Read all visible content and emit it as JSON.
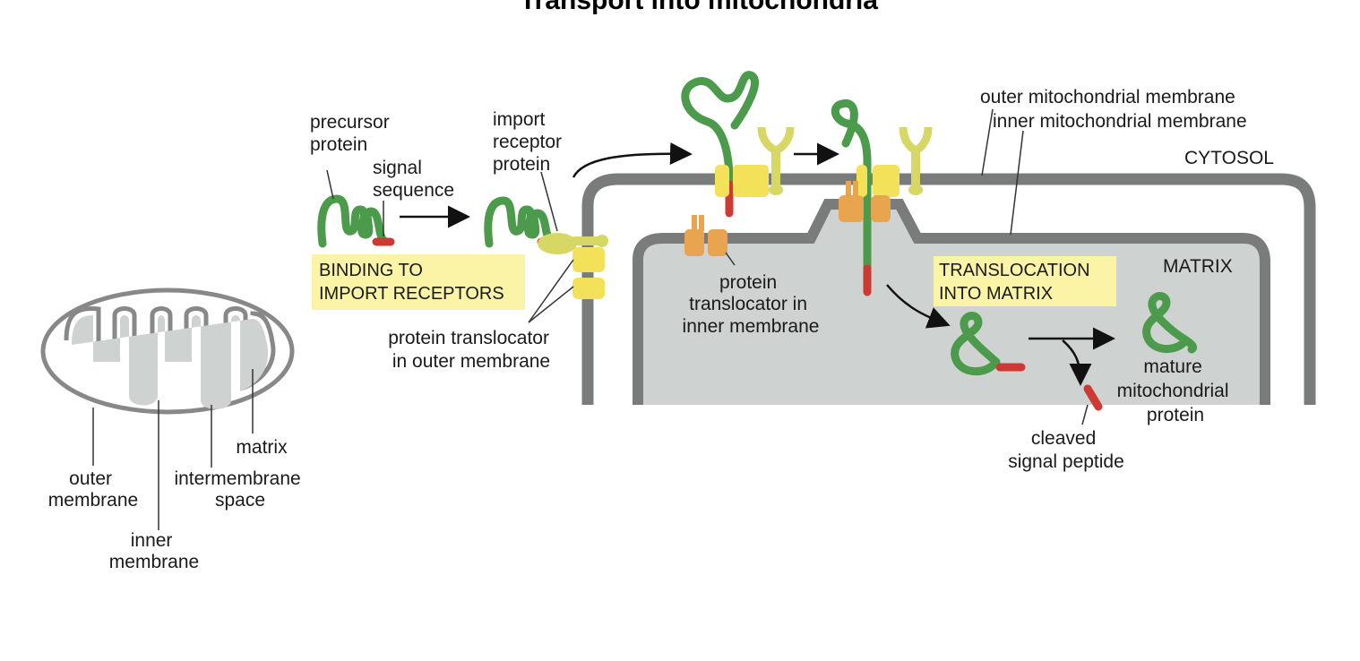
{
  "title": "Transport into mitochondria",
  "mito_overview": {
    "outer_membrane": "outer\nmembrane",
    "inner_membrane": "inner\nmembrane",
    "intermembrane_space": "intermembrane\nspace",
    "matrix": "matrix"
  },
  "labels": {
    "precursor_protein": "precursor\nprotein",
    "signal_sequence": "signal\nsequence",
    "import_receptor_protein": "import\nreceptor\nprotein",
    "protein_translocator_outer": "protein translocator\nin outer membrane",
    "protein_translocator_inner": "protein\ntranslocator in\ninner membrane",
    "outer_mito_membrane": "outer mitochondrial membrane",
    "inner_mito_membrane": "inner mitochondrial membrane",
    "cytosol": "CYTOSOL",
    "matrix": "MATRIX",
    "mature_protein": "mature\nmitochondrial\nprotein",
    "cleaved_peptide": "cleaved\nsignal peptide"
  },
  "steps": {
    "binding": "BINDING TO\nIMPORT RECEPTORS",
    "translocation": "TRANSLOCATION\nINTO MATRIX"
  },
  "colors": {
    "membrane": "#7a7c7c",
    "matrix_fill": "#ced2d0",
    "protein": "#4c9a4c",
    "signal": "#cc3a33",
    "receptor": "#d7d766",
    "translocator_outer": "#f3e15a",
    "translocator_inner": "#e9a44f",
    "step_box": "#fbf3a6"
  }
}
